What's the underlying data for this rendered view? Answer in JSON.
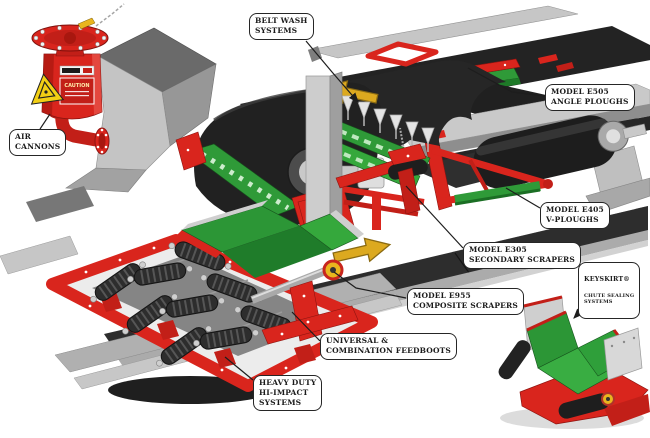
{
  "figure": {
    "labels": {
      "belt_wash": "BELT WASH\nSYSTEMS",
      "angle_ploughs": "MODEL E505\nANGLE PLOUGHS",
      "air_cannons": "AIR\nCANNONS",
      "v_ploughs": "MODEL E405\nV-PLOUGHS",
      "secondary_scrapers": "MODEL E305\nSECONDARY SCRAPERS",
      "composite_scrapers": "MODEL E955\nCOMPOSITE SCRAPERS",
      "keyskirt_title": "KEYSKIRT®",
      "keyskirt_sub": "CHUTE SEALING\nSYSTEMS",
      "feedboots": "UNIVERSAL &\nCOMBINATION FEEDBOOTS",
      "hi_impact": "HEAVY DUTY\nHI-IMPACT\nSYSTEMS"
    },
    "equipment": {
      "air_cannon_caution": "CAUTION"
    },
    "colors": {
      "frame_red": "#d9251d",
      "blade_green": "#2f9a38",
      "belt_black": "#242424",
      "metal_gray": "#c0c0c0",
      "arrow_yellow": "#dca91f"
    }
  }
}
